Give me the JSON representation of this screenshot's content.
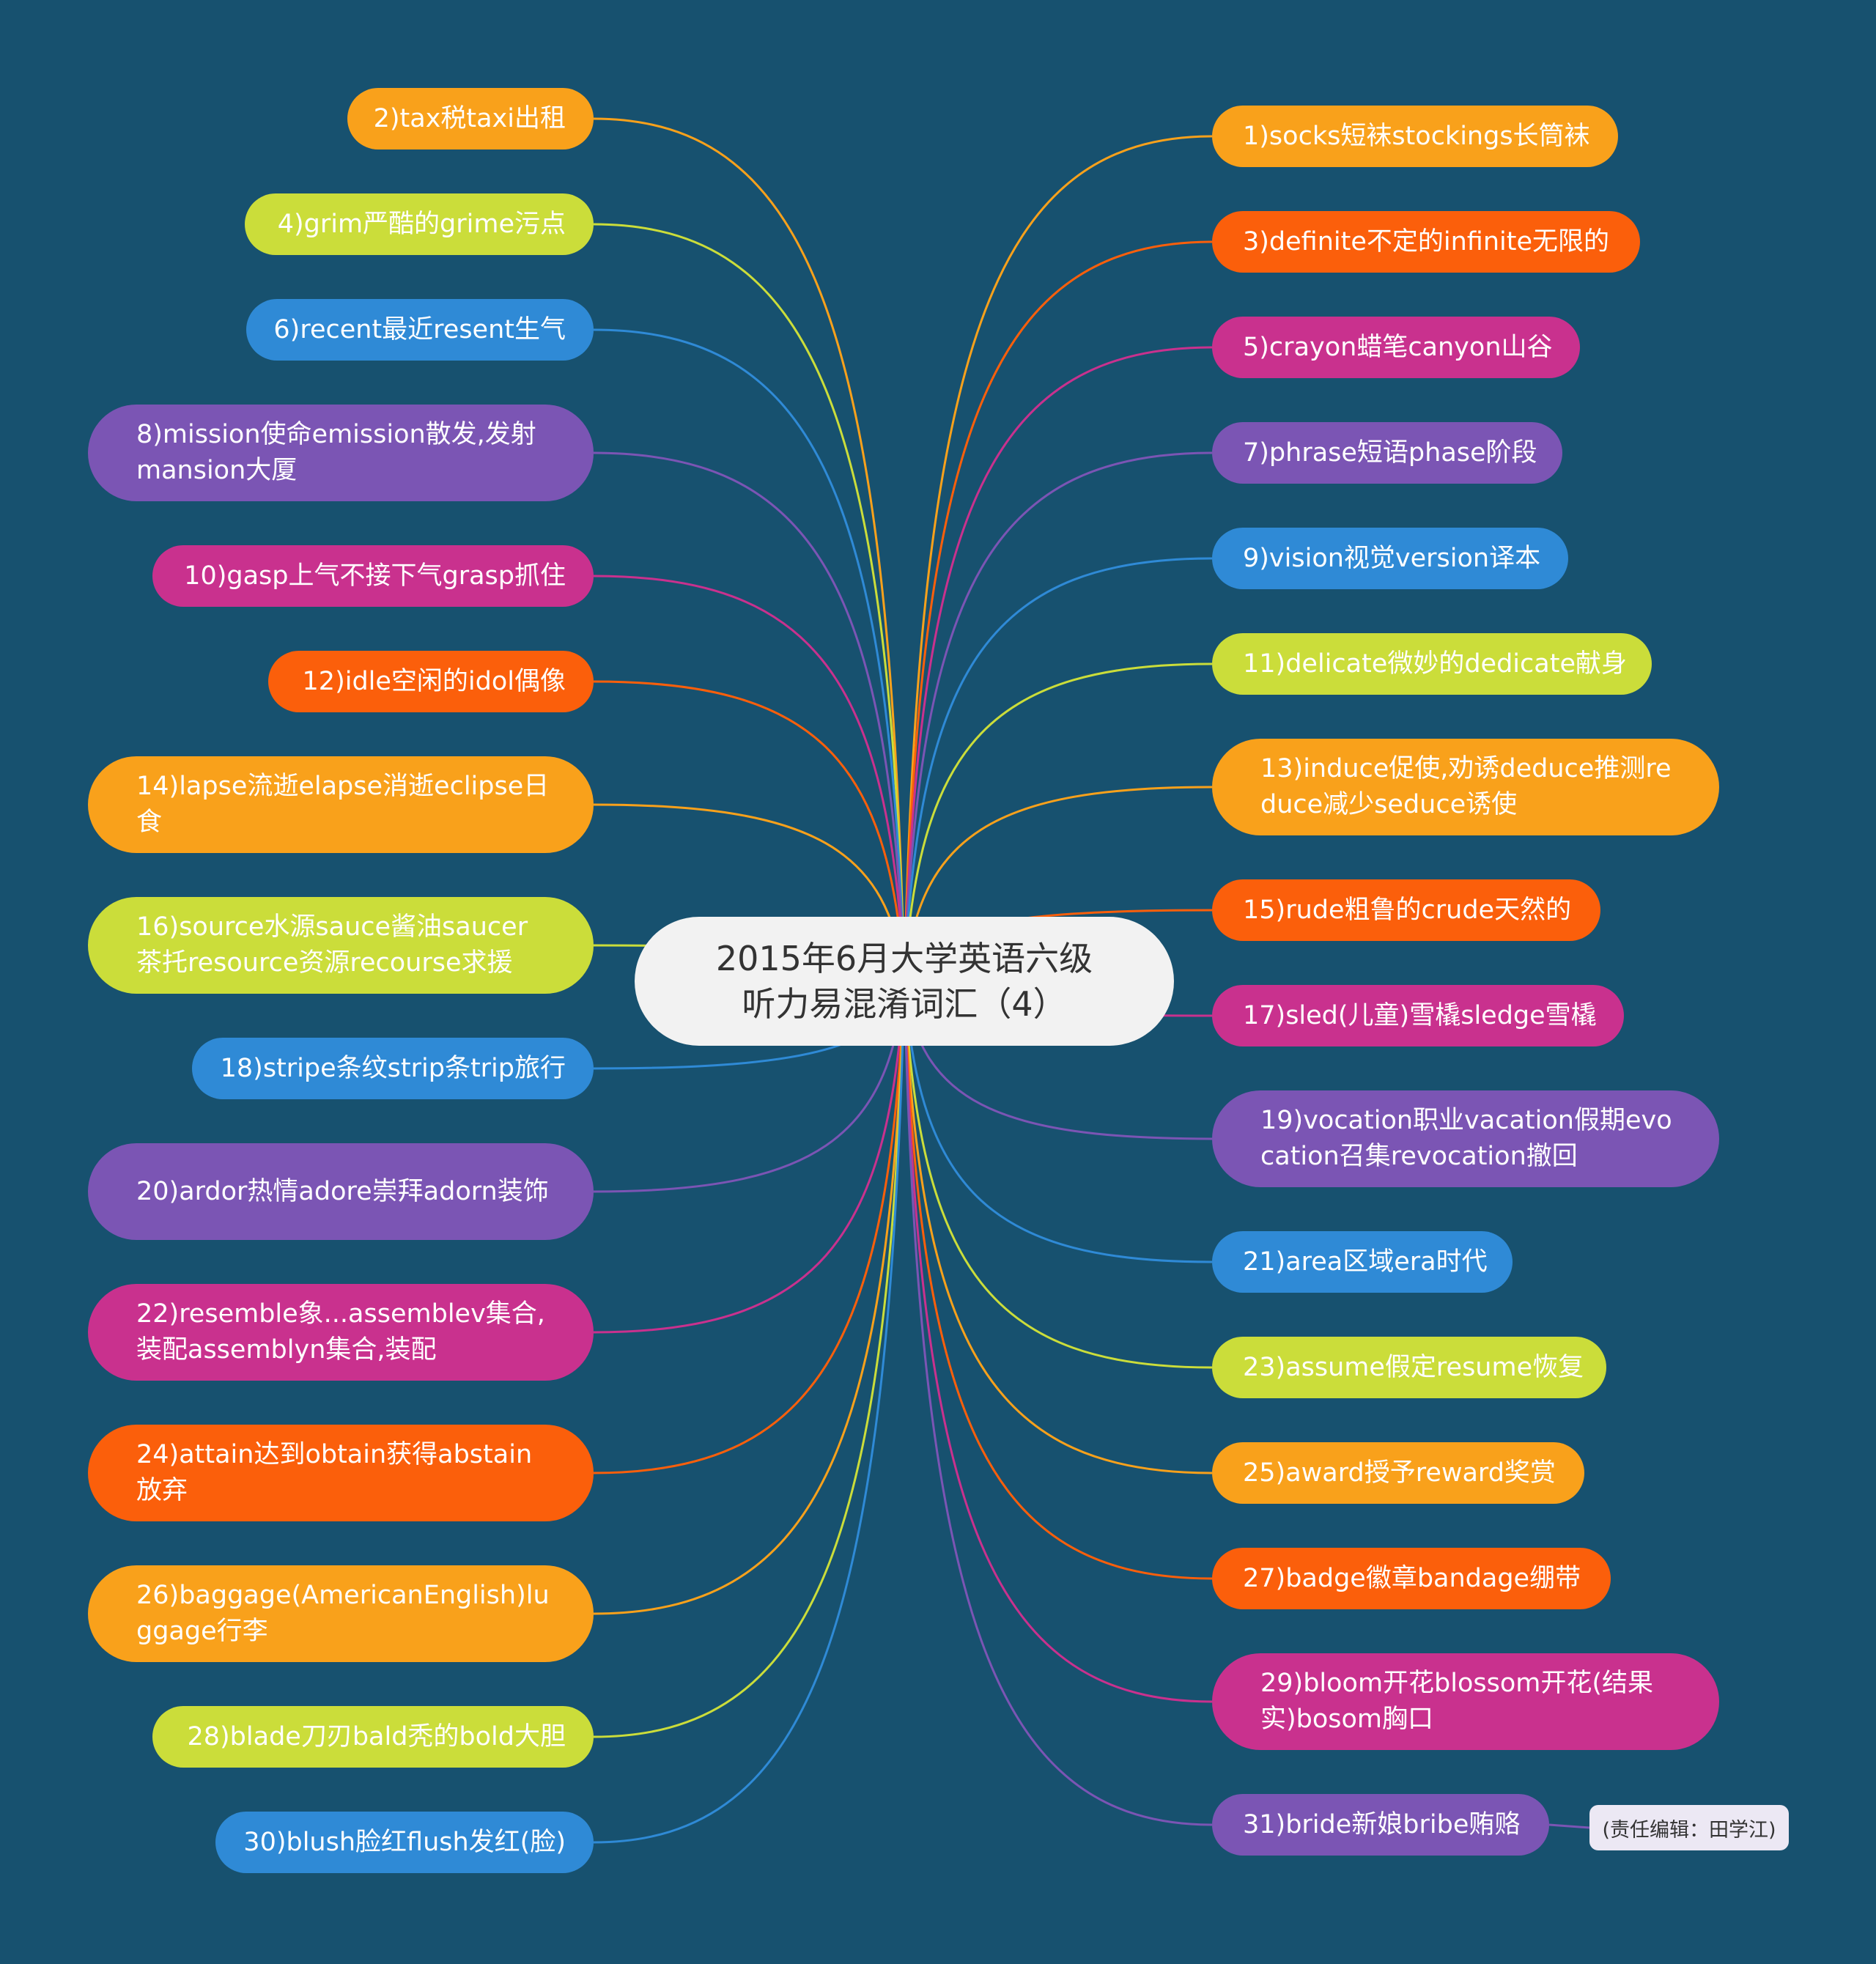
{
  "center": {
    "title": "2015年6月大学英语六级听力易混淆词汇（4）"
  },
  "note": {
    "text": "(责任编辑：田学江)"
  },
  "colors": {
    "orange": "#f9a11b",
    "lime": "#cbdd3a",
    "blue": "#2f8ad6",
    "purple": "#7b55b4",
    "magenta": "#c9318e",
    "red_orange": "#fb5f0b",
    "background": "#17516f",
    "center_fill": "#f2f2f2"
  },
  "left_items": [
    {
      "text": "2)tax税taxi出租",
      "color": "orange"
    },
    {
      "text": "4)grim严酷的grime污点",
      "color": "lime"
    },
    {
      "text": "6)recent最近resent生气",
      "color": "blue"
    },
    {
      "text": "8)mission使命emission散发,发射mansion大厦",
      "color": "purple"
    },
    {
      "text": "10)gasp上气不接下气grasp抓住",
      "color": "magenta"
    },
    {
      "text": "12)idle空闲的idol偶像",
      "color": "red_orange"
    },
    {
      "text": "14)lapse流逝elapse消逝eclipse日食",
      "color": "orange"
    },
    {
      "text": "16)source水源sauce酱油saucer茶托resource资源recourse求援",
      "color": "lime"
    },
    {
      "text": "18)stripe条纹strip条trip旅行",
      "color": "blue"
    },
    {
      "text": "20)ardor热情adore崇拜adorn装饰",
      "color": "purple"
    },
    {
      "text": "22)resemble象...assemblev集合,装配assemblyn集合,装配",
      "color": "magenta"
    },
    {
      "text": "24)attain达到obtain获得abstain放弃",
      "color": "red_orange"
    },
    {
      "text": "26)baggage(AmericanEnglish)luggage行李",
      "color": "orange"
    },
    {
      "text": "28)blade刀刃bald秃的bold大胆",
      "color": "lime"
    },
    {
      "text": "30)blush脸红flush发红(脸)",
      "color": "blue"
    }
  ],
  "right_items": [
    {
      "text": "1)socks短袜stockings长筒袜",
      "color": "orange"
    },
    {
      "text": "3)definite不定的infinite无限的",
      "color": "red_orange"
    },
    {
      "text": "5)crayon蜡笔canyon山谷",
      "color": "magenta"
    },
    {
      "text": "7)phrase短语phase阶段",
      "color": "purple"
    },
    {
      "text": "9)vision视觉version译本",
      "color": "blue"
    },
    {
      "text": "11)delicate微妙的dedicate献身",
      "color": "lime"
    },
    {
      "text": "13)induce促使,劝诱deduce推测reduce减少seduce诱使",
      "color": "orange"
    },
    {
      "text": "15)rude粗鲁的crude天然的",
      "color": "red_orange"
    },
    {
      "text": "17)sled(儿童)雪橇sledge雪橇",
      "color": "magenta"
    },
    {
      "text": "19)vocation职业vacation假期evocation召集revocation撤回",
      "color": "purple"
    },
    {
      "text": "21)area区域era时代",
      "color": "blue"
    },
    {
      "text": "23)assume假定resume恢复",
      "color": "lime"
    },
    {
      "text": "25)award授予reward奖赏",
      "color": "orange"
    },
    {
      "text": "27)badge徽章bandage绷带",
      "color": "red_orange"
    },
    {
      "text": "29)bloom开花blossom开花(结果实)bosom胸口",
      "color": "magenta"
    },
    {
      "text": "31)bride新娘bribe贿赂",
      "color": "purple"
    }
  ]
}
